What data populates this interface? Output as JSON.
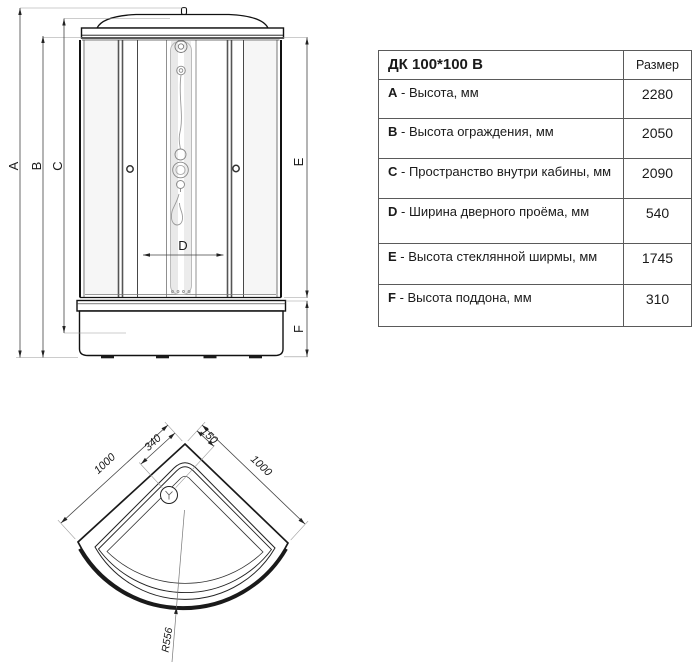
{
  "table": {
    "title": "ДК 100*100 В",
    "size_header": "Размер",
    "rows": [
      {
        "letter": "A",
        "desc": " - Высота, мм",
        "value": "2280"
      },
      {
        "letter": "B",
        "desc": " - Высота ограждения, мм",
        "value": "2050"
      },
      {
        "letter": "C",
        "desc": " - Пространство внутри кабины, мм",
        "value": "2090"
      },
      {
        "letter": "D",
        "desc": " - Ширина дверного проёма, мм",
        "value": "540"
      },
      {
        "letter": "E",
        "desc": " - Высота стеклянной ширмы, мм",
        "value": "1745"
      },
      {
        "letter": "F",
        "desc": " - Высота поддона, мм",
        "value": "310"
      }
    ]
  },
  "front_view": {
    "dim_labels": {
      "A": "A",
      "B": "B",
      "C": "C",
      "D": "D",
      "E": "E",
      "F": "F"
    }
  },
  "top_view": {
    "dim_left": "1000",
    "dim_right": "1000",
    "dim_340": "340",
    "dim_150": "150",
    "dim_radius": "R556"
  },
  "colors": {
    "line": "#1a1a1a",
    "dim_line": "#444444",
    "ext_line": "#999999",
    "glass": "#f6f6f6",
    "column_strip": "#e9e9e9"
  }
}
